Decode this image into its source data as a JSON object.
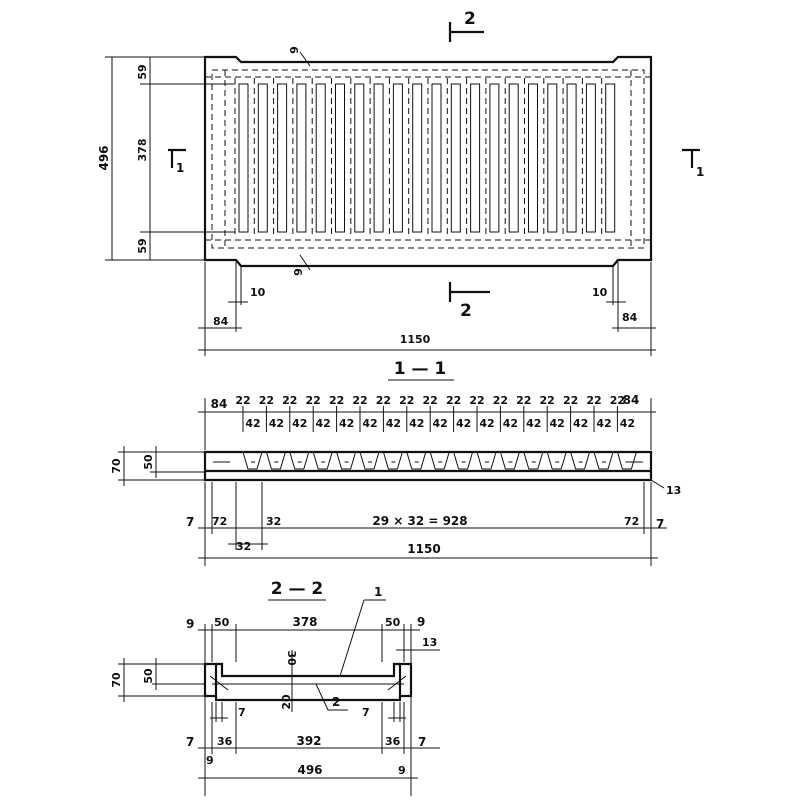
{
  "plan": {
    "total_width": "496",
    "side_band_top": "59",
    "middle_band": "378",
    "side_band_bottom": "59",
    "edge_top": "9",
    "edge_bottom": "9",
    "notch_left": "10",
    "notch_right": "10",
    "end_left": "84",
    "end_right": "84",
    "length": "1150",
    "section_1_left": "1",
    "section_1_right": "1",
    "section_2_top": "2",
    "section_2_bottom": "2"
  },
  "section_1": {
    "title": "1 — 1",
    "rib": "22",
    "slot": "42",
    "end": "84",
    "height_total": "70",
    "height_inner": "50",
    "offset_left": "7",
    "first_left": "72",
    "pitch": "32",
    "pitch_sum": "29 × 32 = 928",
    "pitch_lower": "32",
    "first_right": "72",
    "offset_right": "7",
    "bottom_thickness": "13",
    "length": "1150"
  },
  "section_2": {
    "title": "2 — 2",
    "callout_1": "1",
    "callout_2": "2",
    "edge_left": "9",
    "flange_left": "50",
    "middle": "378",
    "flange_right": "50",
    "edge_right": "9",
    "bottom_thickness": "13",
    "height_total": "70",
    "height_inner": "50",
    "web_top": "30",
    "web_bottom": "20",
    "inner_left": "7",
    "inner_right": "7",
    "offset_left": "7",
    "base_left": "36",
    "base_middle": "392",
    "base_right": "36",
    "offset_right": "7",
    "foot_left": "9",
    "foot_right": "9",
    "total_width": "496"
  }
}
